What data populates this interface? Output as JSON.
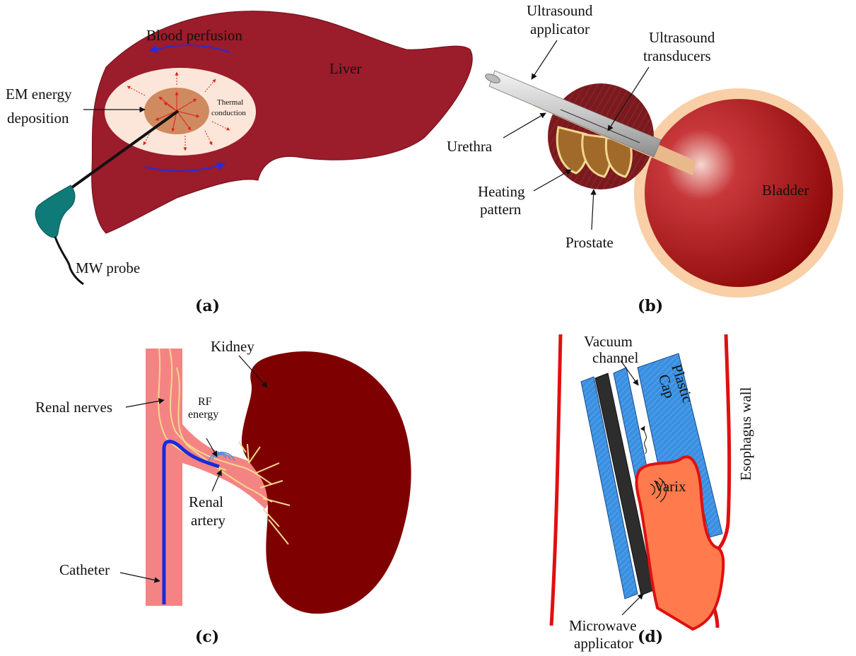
{
  "panels": {
    "a": {
      "caption": "(a)",
      "labels": {
        "blood_perfusion": "Blood perfusion",
        "liver": "Liver",
        "em_line1": "EM energy",
        "em_line2": "deposition",
        "thermal_line1": "Thermal",
        "thermal_line2": "conduction",
        "mw_probe": "MW probe"
      }
    },
    "b": {
      "caption": "(b)",
      "labels": {
        "applicator_line1": "Ultrasound",
        "applicator_line2": "applicator",
        "transducers_line1": "Ultrasound",
        "transducers_line2": "transducers",
        "urethra": "Urethra",
        "heating_line1": "Heating",
        "heating_line2": "pattern",
        "prostate": "Prostate",
        "bladder": "Bladder"
      }
    },
    "c": {
      "caption": "(c)",
      "labels": {
        "kidney": "Kidney",
        "renal_nerves": "Renal nerves",
        "rf_line1": "RF",
        "rf_line2": "energy",
        "renal_line1": "Renal",
        "renal_line2": "artery",
        "catheter": "Catheter"
      }
    },
    "d": {
      "caption": "(d)",
      "labels": {
        "vacuum_line1": "Vacuum",
        "vacuum_line2": "channel",
        "cap_line1": "Plastic",
        "cap_line2": "Cap",
        "esophagus_wall": "Esophagus wall",
        "varix": "Varix",
        "microwave_line1": "Microwave",
        "microwave_line2": "applicator"
      }
    }
  },
  "colors": {
    "liver": "#9b1c2a",
    "lesion_outer": "#fce6da",
    "lesion_core": "#cf8a60",
    "perfusion_arrow": "#2b2bd4",
    "heat_arrow": "#e0201a",
    "probe": "#0f7b79",
    "prostate": "#7a1a1e",
    "bladder": "#a30d0d",
    "bladder_rim": "#f8cfa6",
    "kidney": "#7f0000",
    "vessel": "#f48484",
    "nerve": "#f3d98e",
    "catheter": "#1a2bdc",
    "esophagus": "#e01010",
    "blue_wall": "#3a8fe0",
    "varix": "#ff7a4c"
  }
}
